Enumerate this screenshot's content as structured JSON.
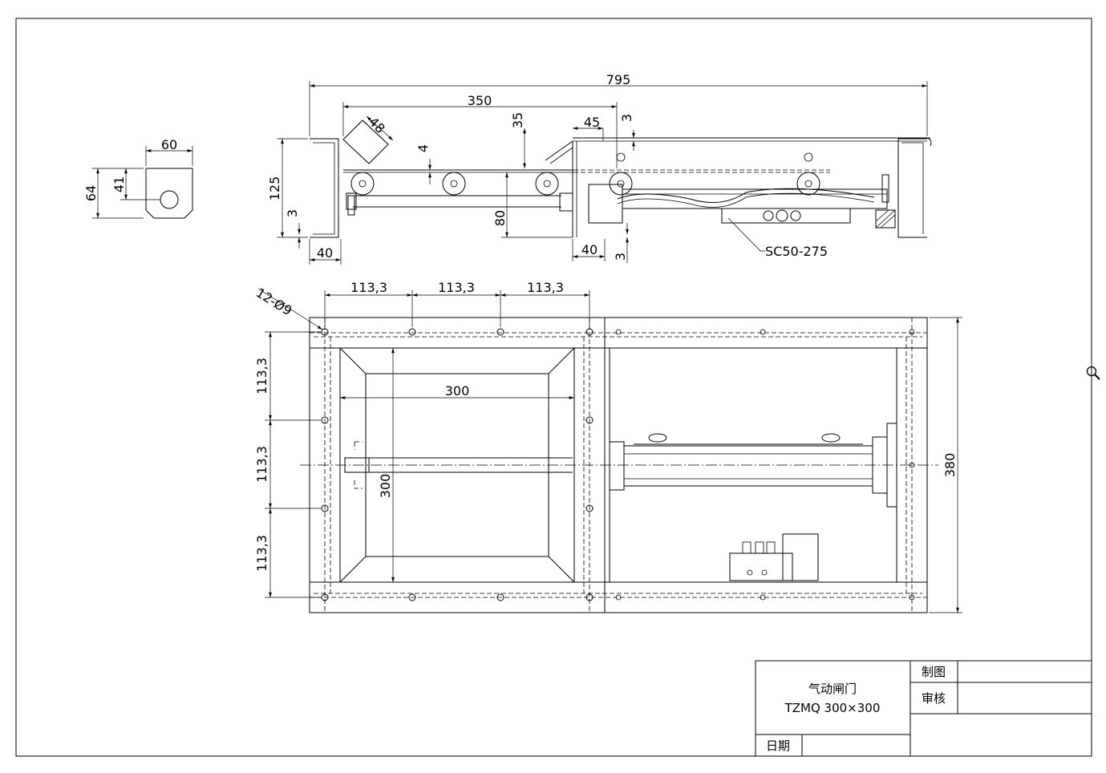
{
  "top_view": {
    "dims": {
      "overall_length": "795",
      "inner_length": "350",
      "slope_size": "48",
      "d35": "35",
      "d4": "4",
      "d45": "45",
      "d3_top": "3",
      "height": "125",
      "d3_left": "3",
      "d80": "80",
      "d40_left": "40",
      "d40_mid": "40",
      "d3_bottom": "3"
    },
    "cylinder_label": "SC50-275"
  },
  "detail_view": {
    "dims": {
      "width": "60",
      "height": "64",
      "hole_height": "41"
    }
  },
  "plan_view": {
    "dims": {
      "holes": "12-Ø9",
      "pitch_1": "113,3",
      "pitch_2": "113,3",
      "pitch_3": "113,3",
      "pitch_v1": "113,3",
      "pitch_v2": "113,3",
      "pitch_v3": "113,3",
      "opening_width": "300",
      "opening_height": "300",
      "overall_width": "380"
    }
  },
  "title_block": {
    "name": "气动闸门",
    "model": "TZMQ  300×300",
    "drawn_by_label": "制图",
    "checked_by_label": "审核",
    "date_label": "日期"
  },
  "toolbar": {
    "zoom_icon": "magnifier-icon"
  }
}
